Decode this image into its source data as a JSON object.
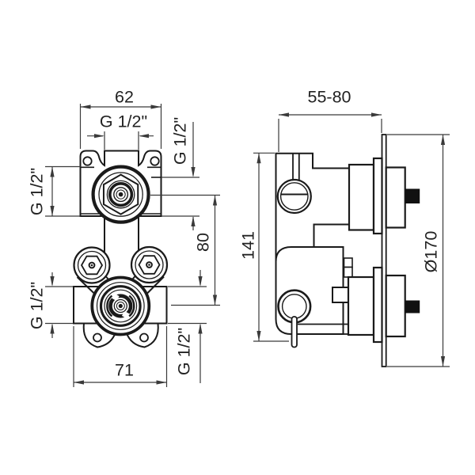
{
  "drawing": {
    "front_view": {
      "dims": {
        "top_width": "62",
        "top_port": "G 1/2\"",
        "upper_right_port": "G 1/2\"",
        "upper_left_port": "G 1/2\"",
        "port_spacing": "80",
        "lower_left_port": "G 1/2\"",
        "lower_right_port": "G 1/2\"",
        "bottom_width": "71"
      }
    },
    "side_view": {
      "dims": {
        "depth_range": "55-80",
        "body_height": "141",
        "plate_diameter": "Ø170"
      }
    },
    "colors": {
      "line": "#1a1a1a",
      "dim": "#3a3a3a",
      "background": "#ffffff",
      "stem_fill": "#111111"
    }
  }
}
